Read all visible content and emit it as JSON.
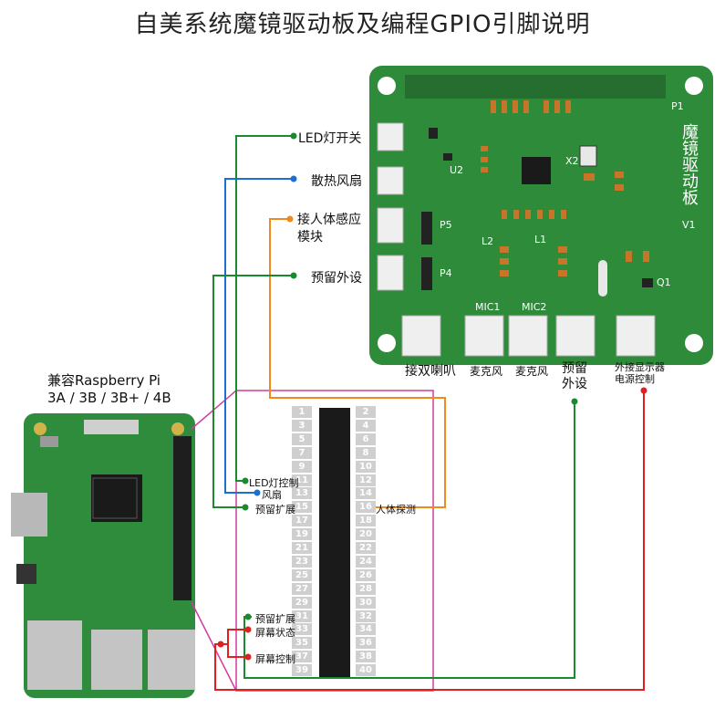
{
  "title": "自美系统魔镜驱动板及编程GPIO引脚说明",
  "board": {
    "name": "魔镜驱动板",
    "version": "V1",
    "connectors_left": [
      "LED灯开关",
      "散热风扇",
      "接人体感应\n模块",
      "预留外设"
    ],
    "connectors_bottom": [
      "接双喇叭",
      "麦克风",
      "麦克风",
      "预留\n外设",
      "外接显示器\n电源控制"
    ],
    "silk": {
      "p5": "P5",
      "p4": "P4",
      "p1": "P1",
      "u2": "U2",
      "q1": "Q1",
      "l1": "L1",
      "l2": "L2",
      "x2": "X2",
      "mic1": "MIC1",
      "mic2": "MIC2"
    }
  },
  "pi": {
    "label_line1": "兼容Raspberry Pi",
    "label_line2": "3A / 3B / 3B+ / 4B"
  },
  "pins": {
    "odd": [
      "1",
      "3",
      "5",
      "7",
      "9",
      "11",
      "13",
      "15",
      "17",
      "19",
      "21",
      "23",
      "25",
      "27",
      "29",
      "31",
      "33",
      "35",
      "37",
      "39"
    ],
    "even": [
      "2",
      "4",
      "6",
      "8",
      "10",
      "12",
      "14",
      "16",
      "18",
      "20",
      "22",
      "24",
      "26",
      "28",
      "30",
      "32",
      "34",
      "36",
      "38",
      "40"
    ]
  },
  "pin_labels": {
    "led": "LED灯控制",
    "fan": "风扇",
    "ext15": "预留扩展",
    "human": "人体探测",
    "ext31": "预留扩展",
    "screen_status": "屏幕状态",
    "screen_ctrl": "屏幕控制"
  },
  "colors": {
    "green": "#1a8a2e",
    "blue": "#1b6fd0",
    "orange": "#f08a1c",
    "red": "#e02020",
    "magenta": "#d43aa0",
    "pcb": "#2e8b3a"
  }
}
